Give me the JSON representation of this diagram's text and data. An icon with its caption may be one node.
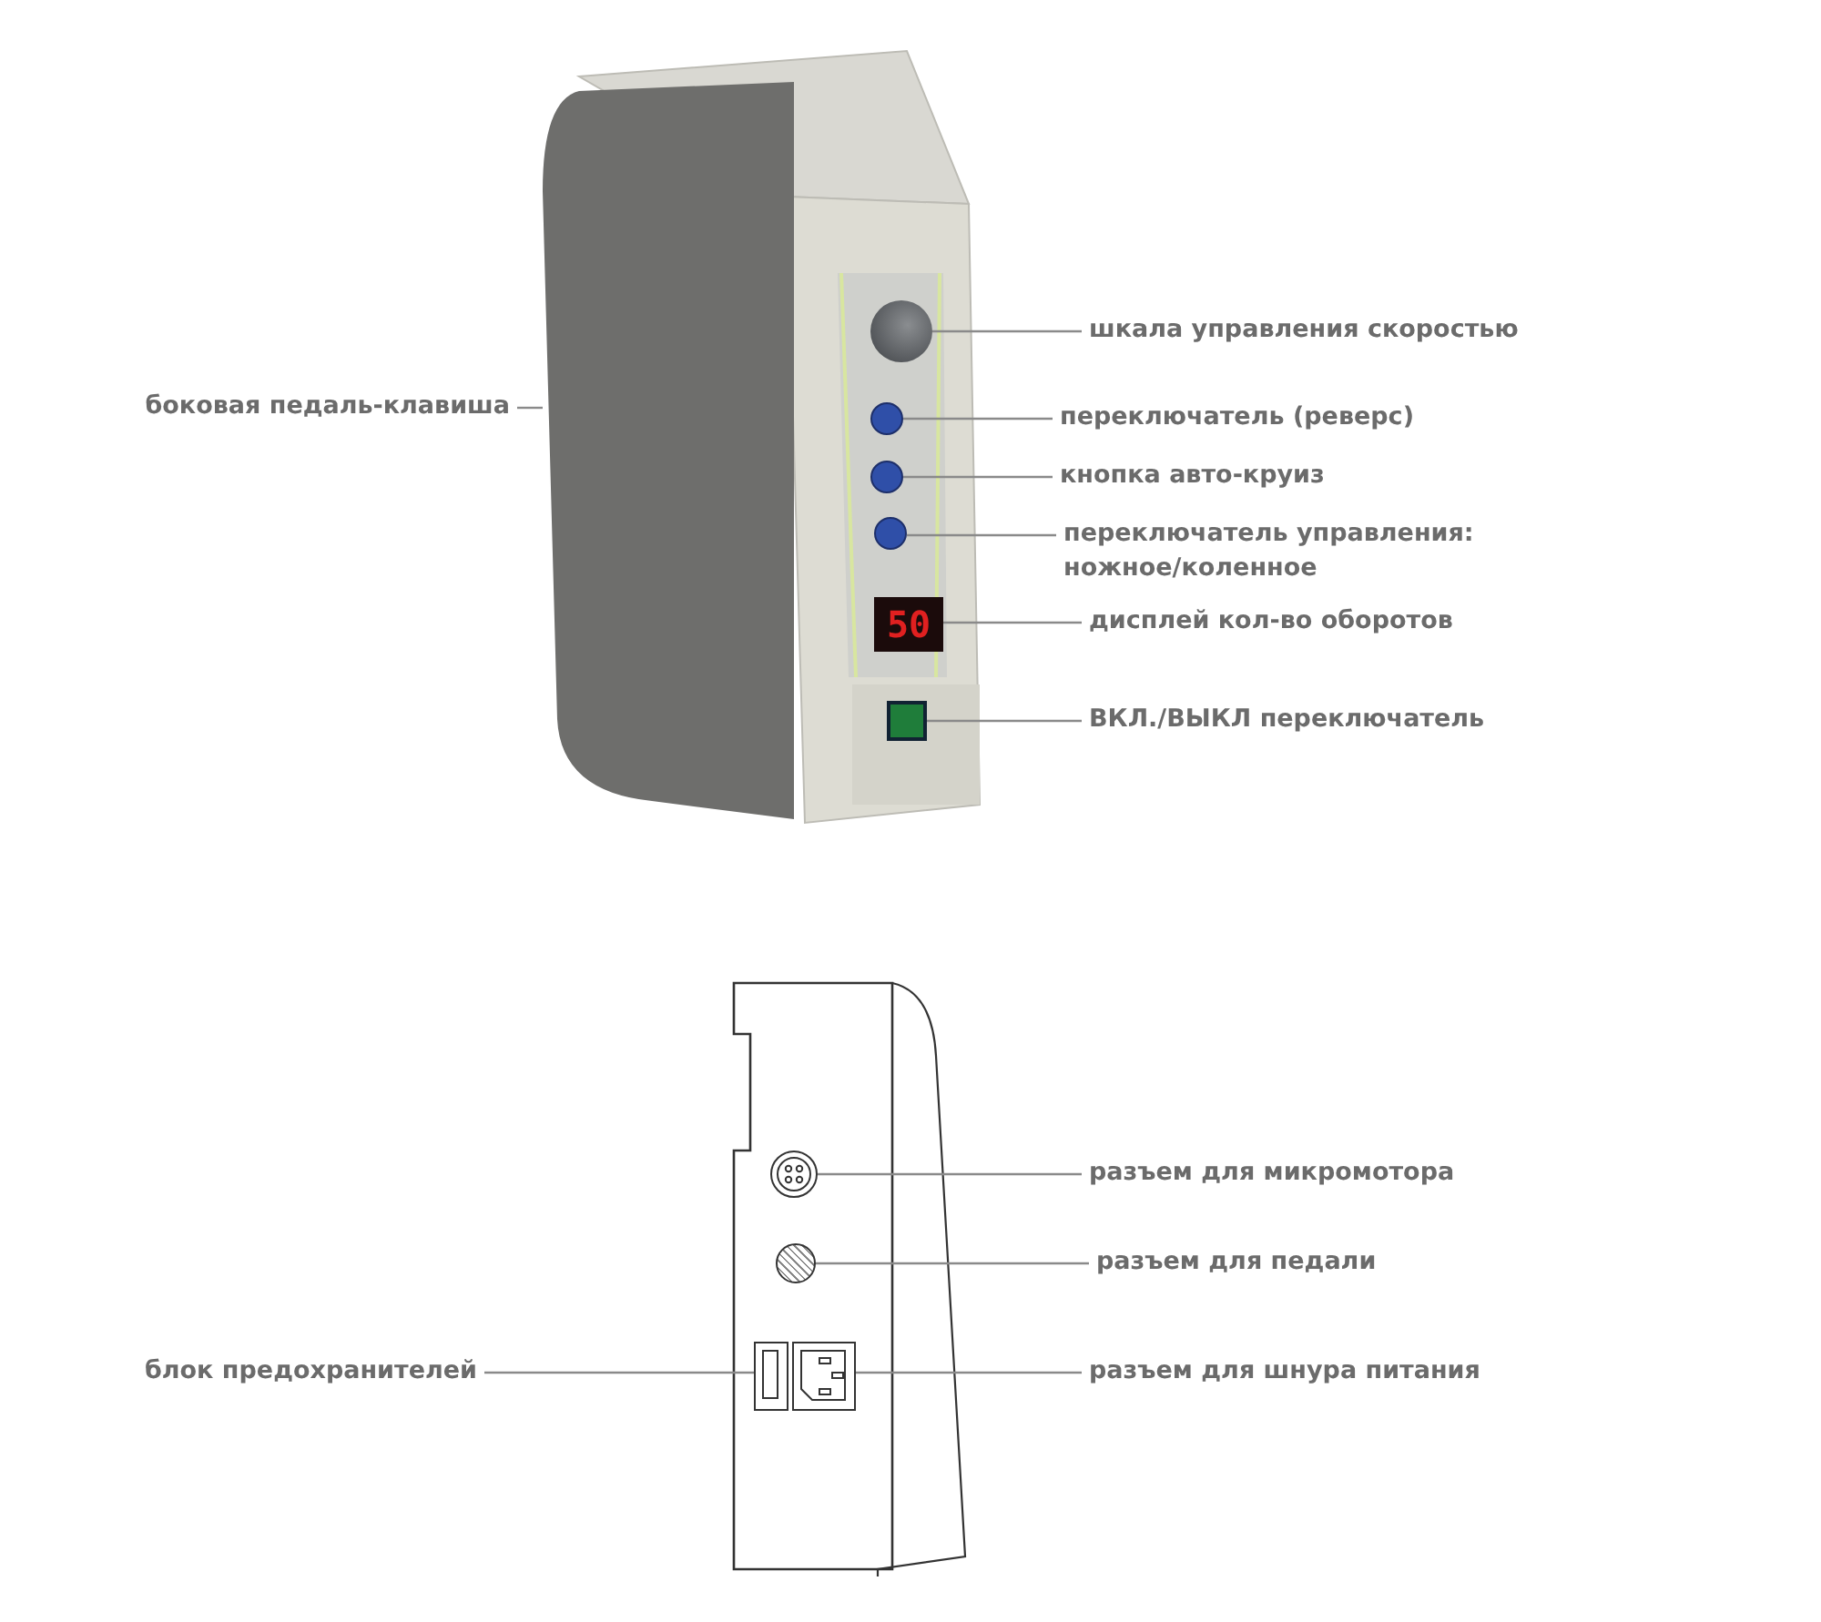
{
  "diagram": {
    "nodes": [
      {
        "text": [
          "боковая педаль-клавиша"
        ]
      },
      {
        "text": [
          "шкала управления скоростью"
        ]
      },
      {
        "text": [
          "переключатель (реверс)"
        ]
      },
      {
        "text": [
          "кнопка авто-круиз"
        ]
      },
      {
        "text": [
          "переключатель управления: ножное/коленное"
        ]
      },
      {
        "text": [
          "дисплей кол-во оборотов"
        ]
      },
      {
        "text": [
          "ВКЛ./ВЫКЛ переключатель"
        ]
      },
      {
        "text": [
          "разъем для микромотора"
        ]
      },
      {
        "text": [
          "разъем для педали"
        ]
      },
      {
        "text": [
          "блок предохранителей"
        ]
      },
      {
        "text": [
          "разъем для шнура питания"
        ]
      },
      {
        "text": [],
        "shape": "box"
      },
      {
        "text": [],
        "shape": "circle"
      },
      {
        "text": [],
        "shape": "circle"
      },
      {
        "text": [],
        "shape": "circle"
      },
      {
        "text": [],
        "shape": "circle"
      },
      {
        "text": [
          "50"
        ]
      },
      {
        "text": [],
        "shape": "box"
      },
      {
        "text": [],
        "shape": "circle"
      },
      {
        "text": [],
        "shape": "circle"
      },
      {
        "text": [],
        "shape": "box"
      },
      {
        "text": [],
        "shape": "box"
      }
    ],
    "edges": [
      {
        "from": 0,
        "to": 11,
        "arrow": "none"
      },
      {
        "from": 1,
        "to": 12,
        "arrow": "none"
      },
      {
        "from": 2,
        "to": 13,
        "arrow": "none"
      },
      {
        "from": 3,
        "to": 14,
        "arrow": "none"
      },
      {
        "from": 4,
        "to": 15,
        "arrow": "none"
      },
      {
        "from": 5,
        "to": 16,
        "arrow": "none"
      },
      {
        "from": 6,
        "to": 17,
        "arrow": "none"
      },
      {
        "from": 7,
        "to": 18,
        "arrow": "none"
      },
      {
        "from": 8,
        "to": 19,
        "arrow": "none"
      },
      {
        "from": 9,
        "to": 20,
        "arrow": "none"
      },
      {
        "from": 10,
        "to": 21,
        "arrow": "none"
      }
    ]
  }
}
